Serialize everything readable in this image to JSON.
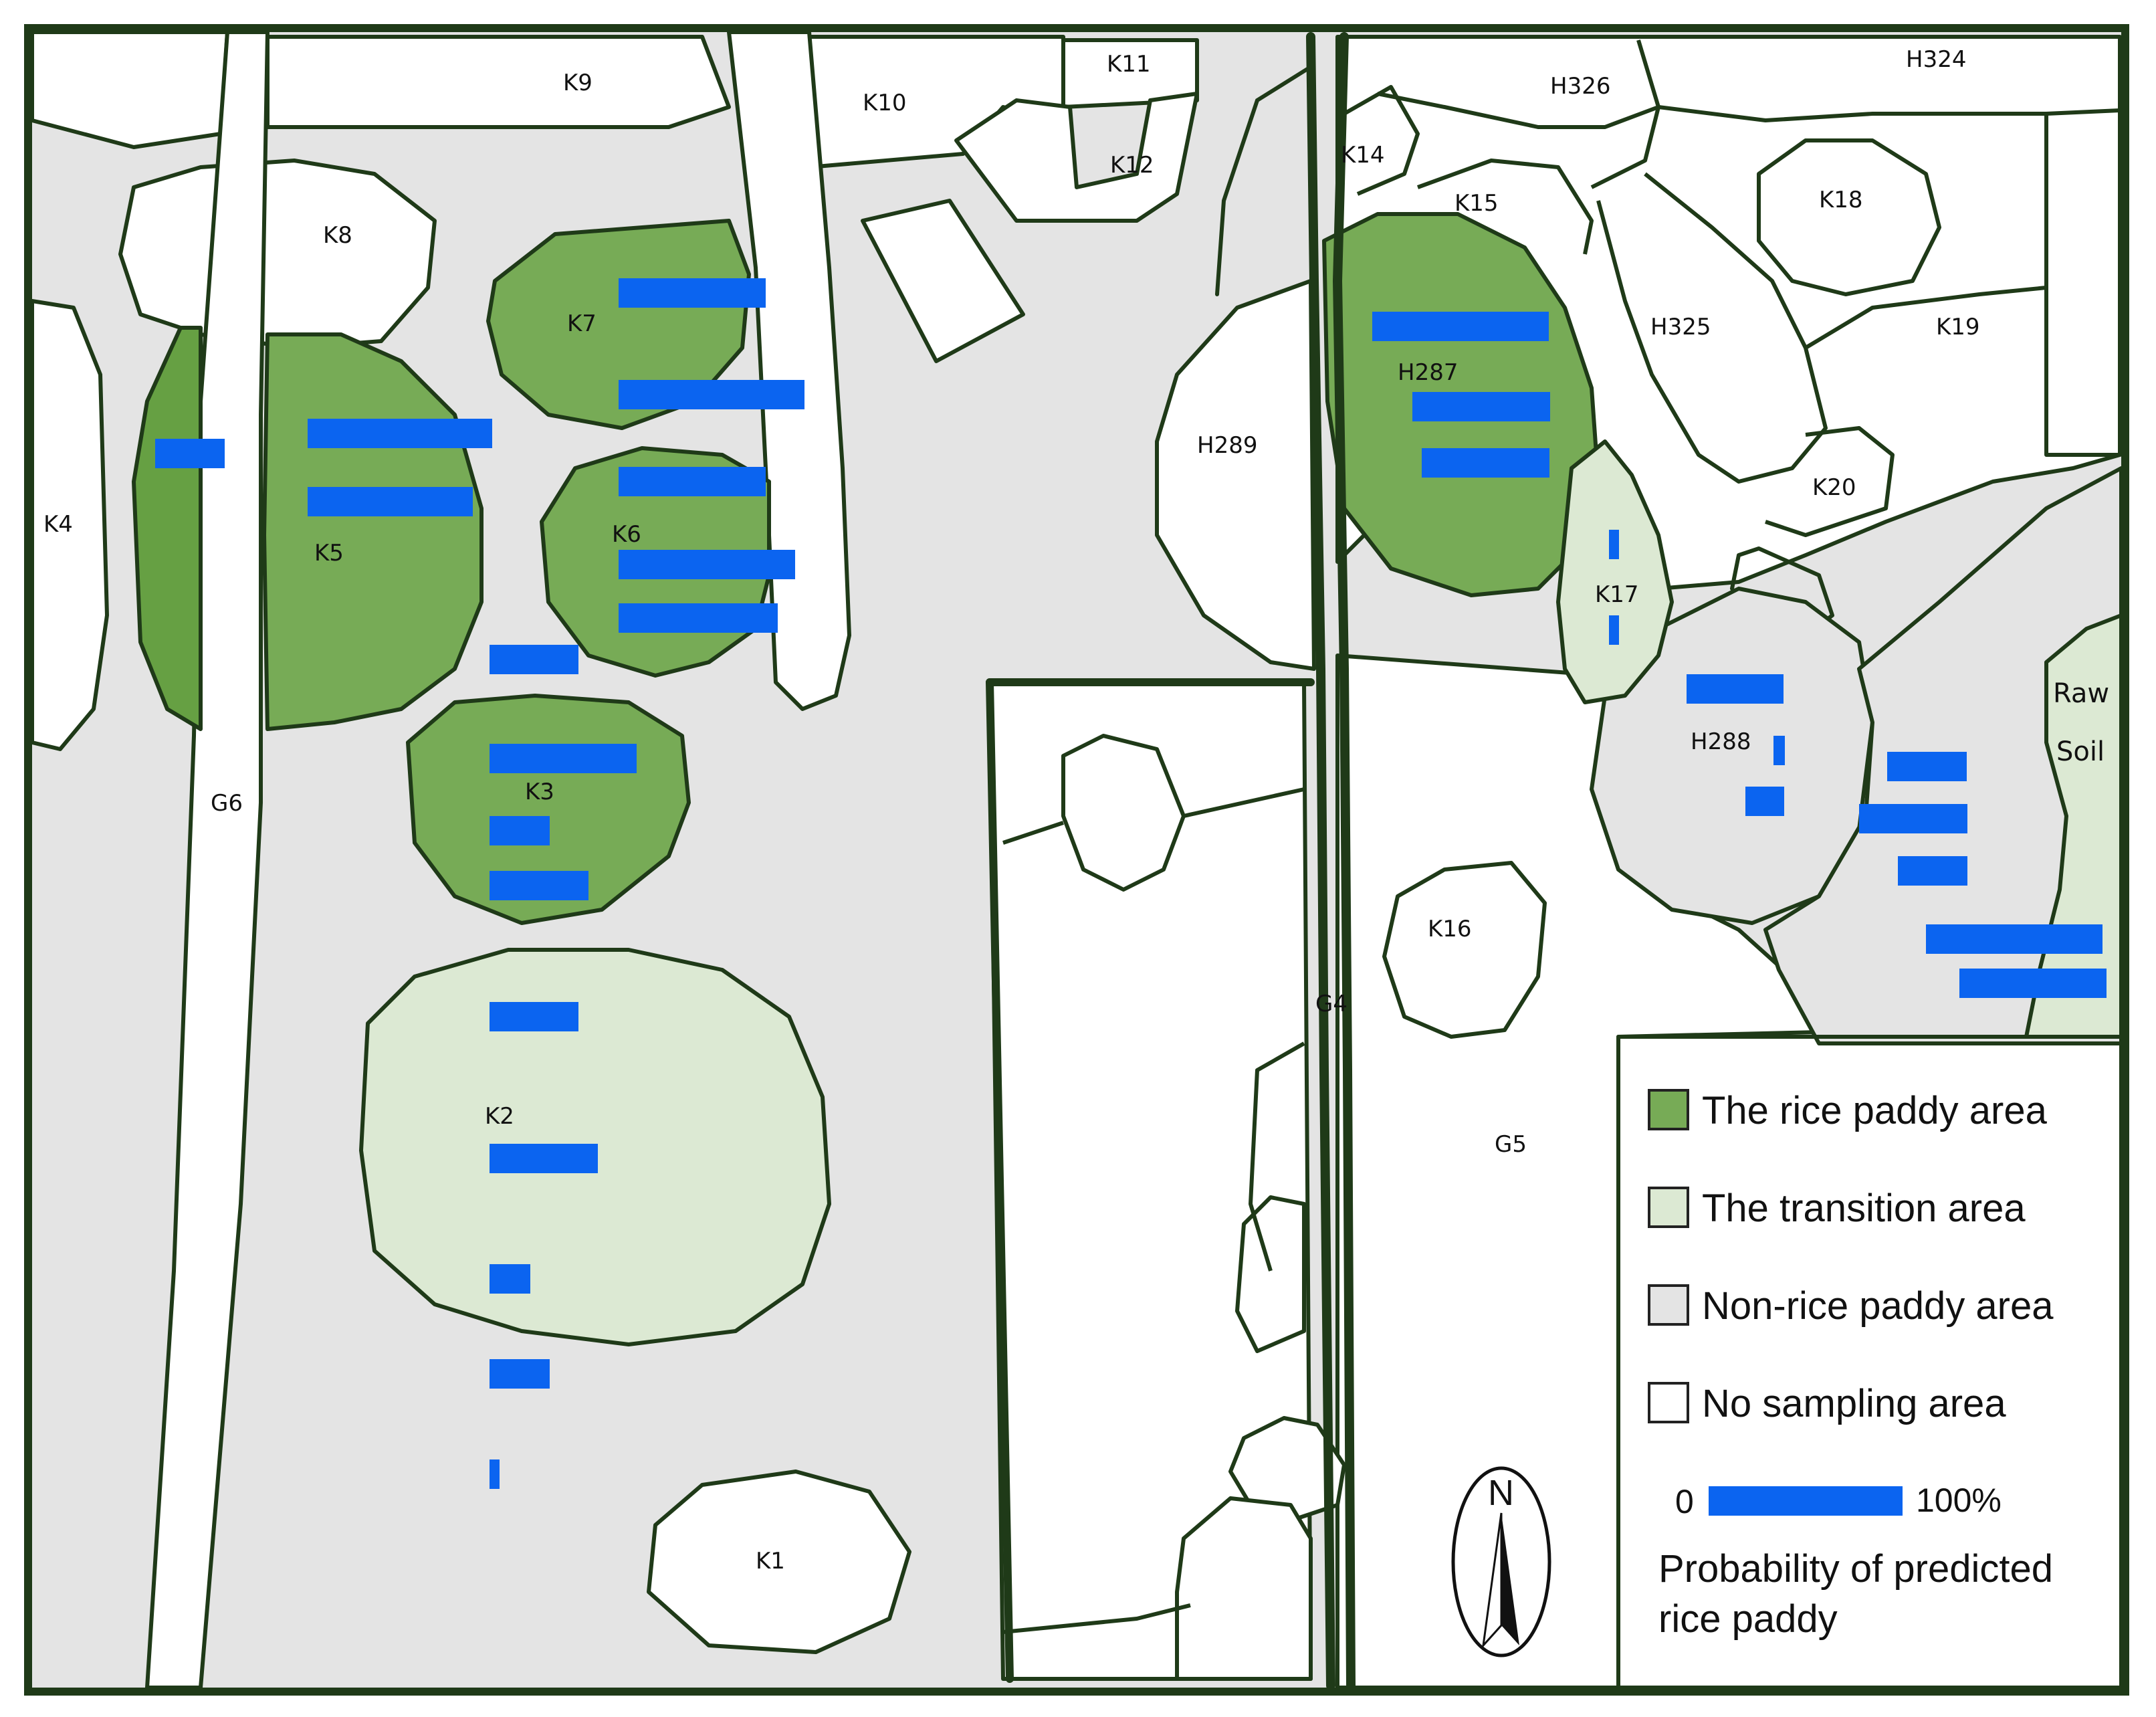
{
  "colors": {
    "rice_paddy": "#77ab56",
    "rice_paddy_dark": "#66a043",
    "transition": "#dce9d3",
    "non_rice": "#e4e4e4",
    "no_sampling": "#ffffff",
    "outline": "#1f3a18",
    "probability_bar": "#0b64f0"
  },
  "labels": {
    "K1": "K1",
    "K2": "K2",
    "K3": "K3",
    "K4": "K4",
    "K5": "K5",
    "K6": "K6",
    "K7": "K7",
    "K8": "K8",
    "K9": "K9",
    "K10": "K10",
    "K11": "K11",
    "K12": "K12",
    "K14": "K14",
    "K15": "K15",
    "K16": "K16",
    "K17": "K17",
    "K18": "K18",
    "K19": "K19",
    "K20": "K20",
    "H287": "H287",
    "H288": "H288",
    "H289": "H289",
    "H324": "H324",
    "H325": "H325",
    "H326": "H326",
    "G4": "G4",
    "G5": "G5",
    "G6": "G6",
    "raw_soil_line1": "Raw",
    "raw_soil_line2": "Soil"
  },
  "legend": {
    "rice_paddy": "The rice paddy area",
    "transition": "The transition area",
    "non_rice": "Non-rice paddy area",
    "no_sampling": "No sampling area",
    "scale_min": "0",
    "scale_max": "100%",
    "probability_line1": "Probability of predicted",
    "probability_line2": "rice paddy"
  },
  "north_arrow": {
    "letter": "N",
    "icon": "north-arrow-icon"
  },
  "probability_samples": [
    {
      "zone": "K4/G6",
      "probability": 0.36
    },
    {
      "zone": "K5",
      "probability": 0.95
    },
    {
      "zone": "K5",
      "probability": 0.85
    },
    {
      "zone": "K7",
      "probability": 0.76
    },
    {
      "zone": "K7",
      "probability": 0.96
    },
    {
      "zone": "K6",
      "probability": 0.76
    },
    {
      "zone": "K6",
      "probability": 0.91
    },
    {
      "zone": "K6",
      "probability": 0.82
    },
    {
      "zone": "K3",
      "probability": 0.46
    },
    {
      "zone": "K3",
      "probability": 0.76
    },
    {
      "zone": "K3",
      "probability": 0.31
    },
    {
      "zone": "K3",
      "probability": 0.51
    },
    {
      "zone": "K2",
      "probability": 0.46
    },
    {
      "zone": "K2",
      "probability": 0.56
    },
    {
      "zone": "K2",
      "probability": 0.21
    },
    {
      "zone": "K2",
      "probability": 0.31
    },
    {
      "zone": "K2",
      "probability": 0.05
    },
    {
      "zone": "H287",
      "probability": 0.91
    },
    {
      "zone": "H287",
      "probability": 0.71
    },
    {
      "zone": "H287",
      "probability": 0.66
    },
    {
      "zone": "K17",
      "probability": 0.05
    },
    {
      "zone": "K17",
      "probability": 0.05
    },
    {
      "zone": "H288",
      "probability": 0.5
    },
    {
      "zone": "H288",
      "probability": 0.06
    },
    {
      "zone": "H288",
      "probability": 0.2
    },
    {
      "zone": "Non-rice",
      "probability": 0.41
    },
    {
      "zone": "Non-rice",
      "probability": 0.56
    },
    {
      "zone": "Non-rice",
      "probability": 0.36
    },
    {
      "zone": "Raw Soil",
      "probability": 0.91
    },
    {
      "zone": "Raw Soil",
      "probability": 0.76
    }
  ]
}
